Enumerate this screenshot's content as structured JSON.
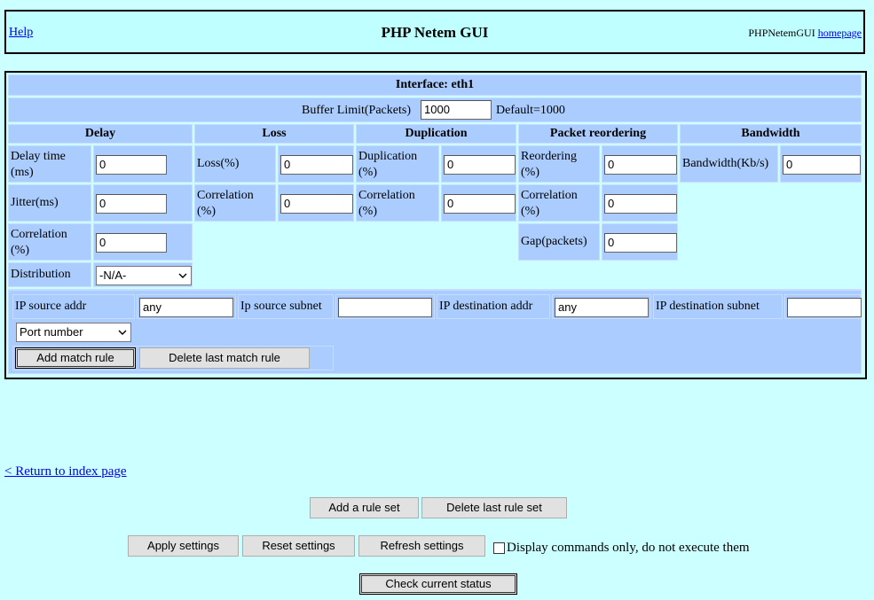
{
  "header": {
    "help_link": "Help",
    "title": "PHP Netem GUI",
    "brand_text": "PHPNetemGUI",
    "homepage_link": "homepage"
  },
  "interface": {
    "title": "Interface: eth1",
    "buffer_label": "Buffer Limit(Packets)",
    "buffer_value": "1000",
    "buffer_default": "Default=1000"
  },
  "columns": {
    "delay": "Delay",
    "loss": "Loss",
    "duplication": "Duplication",
    "reordering": "Packet reordering",
    "bandwidth": "Bandwidth"
  },
  "delay": {
    "time_label": "Delay time (ms)",
    "time_value": "0",
    "jitter_label": "Jitter(ms)",
    "jitter_value": "0",
    "correlation_label": "Correlation (%)",
    "correlation_value": "0",
    "distribution_label": "Distribution",
    "distribution_value": "-N/A-"
  },
  "loss": {
    "loss_label": "Loss(%)",
    "loss_value": "0",
    "correlation_label": "Correlation (%)",
    "correlation_value": "0"
  },
  "duplication": {
    "dup_label": "Duplication (%)",
    "dup_value": "0",
    "correlation_label": "Correlation (%)",
    "correlation_value": "0"
  },
  "reordering": {
    "reorder_label": "Reordering (%)",
    "reorder_value": "0",
    "correlation_label": "Correlation (%)",
    "correlation_value": "0",
    "gap_label": "Gap(packets)",
    "gap_value": "0"
  },
  "bandwidth": {
    "bw_label": "Bandwidth(Kb/s)",
    "bw_value": "0"
  },
  "match": {
    "src_addr_label": "IP source addr",
    "src_addr_value": "any",
    "src_subnet_label": "Ip source subnet",
    "src_subnet_value": "",
    "dst_addr_label": "IP destination addr",
    "dst_addr_value": "any",
    "dst_subnet_label": "IP destination subnet",
    "dst_subnet_value": "",
    "port_select": "Port number",
    "add_rule": "Add match rule",
    "delete_rule": "Delete last match rule"
  },
  "footer": {
    "return_link": "< Return to index page",
    "add_rule_set": "Add a rule set",
    "delete_rule_set": "Delete last rule set",
    "apply": "Apply settings",
    "reset": "Reset settings",
    "refresh": "Refresh settings",
    "display_only": "Display commands only, do not execute them",
    "check_status": "Check current status"
  }
}
